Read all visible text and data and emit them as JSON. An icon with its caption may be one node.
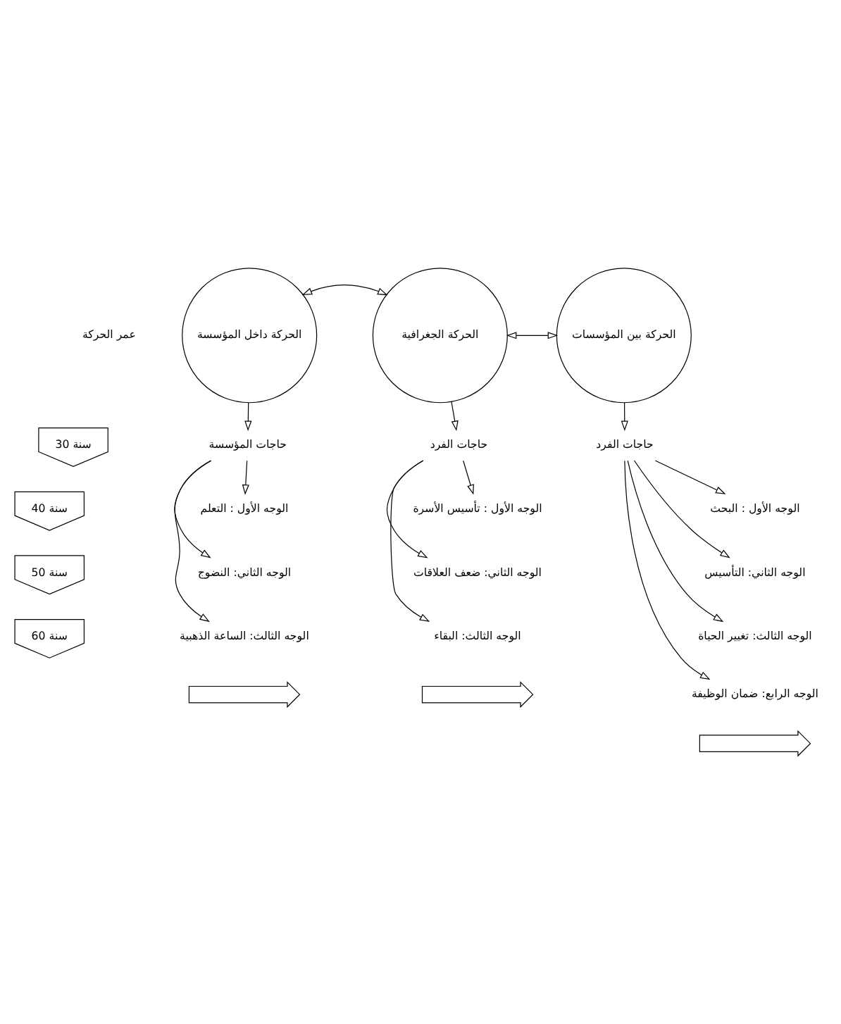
{
  "diagram": {
    "nodes": [
      {
        "text": [
          "الحركة داخل المؤسسة"
        ]
      },
      {
        "text": [
          "الحركة الجغرافية"
        ]
      },
      {
        "text": [
          "الحركة بين المؤسسات"
        ]
      },
      {
        "text": [
          "حاجات المؤسسة"
        ]
      },
      {
        "text": [
          "حاجات الفرد"
        ]
      },
      {
        "text": [
          "حاجات الفرد"
        ]
      },
      {
        "text": [
          "الوجه الأول : التعلم"
        ]
      },
      {
        "text": [
          "الوجه الثاني: النضوج"
        ]
      },
      {
        "text": [
          "الوجه الثالث: الساعة الذهبية"
        ]
      },
      {
        "text": [
          "الوجه الأول : تأسيس الأسرة"
        ]
      },
      {
        "text": [
          "الوجه الثاني: ضعف العلاقات"
        ]
      },
      {
        "text": [
          "الوجه الثالث: البقاء"
        ]
      },
      {
        "text": [
          "الوجه الأول : البحث"
        ]
      },
      {
        "text": [
          "الوجه الثاني: التأسيس"
        ]
      },
      {
        "text": [
          "الوجه الثالث: تغيير الحياة"
        ]
      },
      {
        "text": [
          "الوجه الرابع: ضمان الوظيفة"
        ]
      },
      {
        "text": [
          "عمر الحركة"
        ]
      },
      {
        "text": [
          "30 سنة"
        ]
      },
      {
        "text": [
          "40 سنة"
        ]
      },
      {
        "text": [
          "50 سنة"
        ]
      },
      {
        "text": [
          "60 سنة"
        ]
      },
      {
        "text": [],
        "shape": "arrow"
      },
      {
        "text": [],
        "shape": "arrow"
      },
      {
        "text": [],
        "shape": "arrow"
      }
    ],
    "edges": [
      {
        "from": 0,
        "to": 1,
        "arrow": "both"
      },
      {
        "from": 1,
        "to": 2,
        "arrow": "both"
      },
      {
        "from": 0,
        "to": 3,
        "arrow": "to"
      },
      {
        "from": 1,
        "to": 4,
        "arrow": "to"
      },
      {
        "from": 2,
        "to": 5,
        "arrow": "to"
      },
      {
        "from": 3,
        "to": 6,
        "arrow": "to"
      },
      {
        "from": 3,
        "to": 7,
        "arrow": "to"
      },
      {
        "from": 3,
        "to": 8,
        "arrow": "to"
      },
      {
        "from": 4,
        "to": 9,
        "arrow": "to"
      },
      {
        "from": 4,
        "to": 10,
        "arrow": "to"
      },
      {
        "from": 4,
        "to": 11,
        "arrow": "to"
      },
      {
        "from": 5,
        "to": 12,
        "arrow": "to"
      },
      {
        "from": 5,
        "to": 13,
        "arrow": "to"
      },
      {
        "from": 5,
        "to": 14,
        "arrow": "to"
      },
      {
        "from": 5,
        "to": 15,
        "arrow": "to"
      }
    ]
  }
}
